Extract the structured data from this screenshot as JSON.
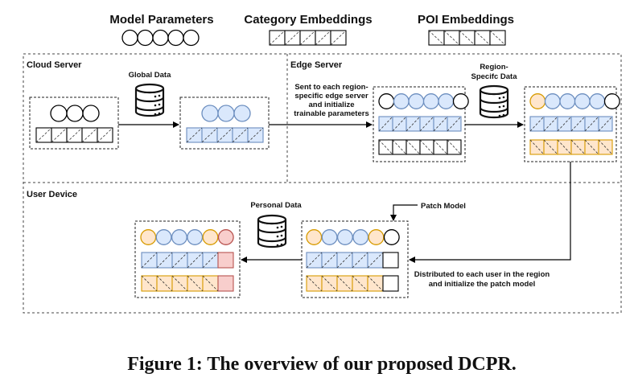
{
  "legend": {
    "model_parameters": "Model Parameters",
    "category_embeddings": "Category Embeddings",
    "poi_embeddings": "POI Embeddings"
  },
  "regions": {
    "cloud_server": "Cloud Server",
    "edge_server": "Edge Server",
    "user_device": "User Device"
  },
  "labels": {
    "global_data": "Global Data",
    "region_specific_data": [
      "Region-",
      "Specifc Data"
    ],
    "sent_to_edge": [
      "Sent to each region-",
      "specific edge server",
      "and initialize",
      "trainable parameters"
    ],
    "personal_data": "Personal Data",
    "patch_model": "Patch Model",
    "distributed": [
      "Distributed to each user in the region",
      "and initialize the patch model"
    ]
  },
  "caption": "Figure 1: The overview of our proposed DCPR.",
  "colors": {
    "blue_fill": "#dae8fc",
    "blue_stroke": "#6c8ebf",
    "orange_fill": "#ffe6cc",
    "orange_stroke": "#d79b00",
    "red_fill": "#f8cecc",
    "red_stroke": "#b85450",
    "white_fill": "#ffffff",
    "black_stroke": "#000000"
  }
}
